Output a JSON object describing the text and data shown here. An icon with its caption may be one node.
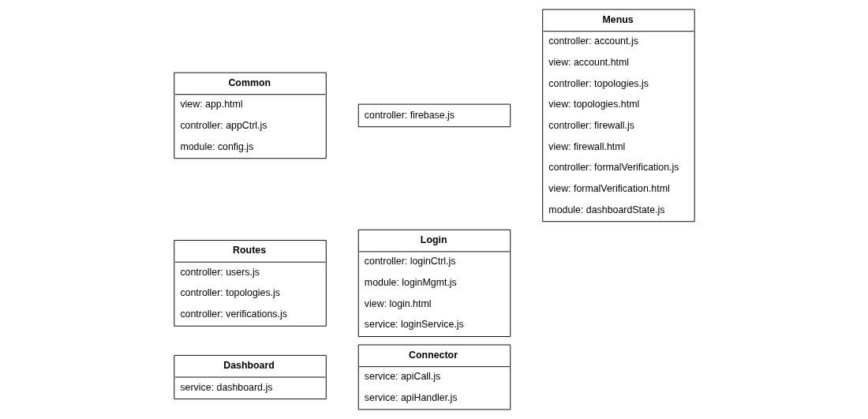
{
  "diagram": {
    "nodes": [
      {
        "text": [
          "Common",
          "view: app.html",
          "controller: appCtrl.js",
          "module: config.js"
        ]
      },
      {
        "text": [
          "Routes",
          "controller: users.js",
          "controller: topologies.js",
          "controller: verifications.js"
        ]
      },
      {
        "text": [
          "Dashboard",
          "service: dashboard.js"
        ]
      },
      {
        "text": [
          "controller: firebase.js"
        ]
      },
      {
        "text": [
          "Login",
          "controller: loginCtrl.js",
          "module: loginMgmt.js",
          "view: login.html",
          "service: loginService.js"
        ]
      },
      {
        "text": [
          "Connector",
          "service: apiCall.js",
          "service: apiHandler.js"
        ]
      },
      {
        "text": [
          "Menus",
          "controller: account.js",
          "view: account.html",
          "controller: topologies.js",
          "view: topologies.html",
          "controller: firewall.js",
          "view: firewall.html",
          "controller: formalVerification.js",
          "view: formalVerification.html",
          "module: dashboardState.js"
        ]
      }
    ]
  }
}
